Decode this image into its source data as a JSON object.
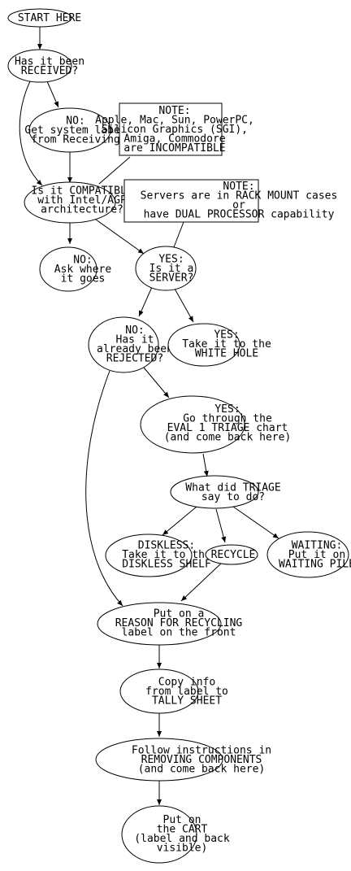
{
  "nodes": {
    "start": [
      "START HERE"
    ],
    "received": [
      "Has it been",
      "RECEIVED?"
    ],
    "no_received": [
      "NO:",
      "Get system label",
      "from Receiving"
    ],
    "note_incompatible": [
      "NOTE:",
      "Apple, Mac, Sun, PowerPC,",
      "Silicon Graphics (SGI),",
      "Amiga, Commodore",
      "are INCOMPATIBLE"
    ],
    "compatible": [
      "Is it COMPATIBLE",
      "with Intel/AGP",
      "architecture?"
    ],
    "note_servers": [
      "NOTE:",
      "Servers are in RACK MOUNT cases",
      "or",
      "have DUAL PROCESSOR capability"
    ],
    "no_compatible": [
      "NO:",
      "Ask where",
      "it goes"
    ],
    "server": [
      "YES:",
      "Is it a",
      "SERVER?"
    ],
    "rejected": [
      "NO:",
      "Has it",
      "already been",
      "REJECTED?"
    ],
    "white_hole": [
      "YES:",
      "Take it to the",
      "WHITE HOLE"
    ],
    "eval_triage": [
      "YES:",
      "Go through the",
      "EVAL 1 TRIAGE chart",
      "(and come back here)"
    ],
    "triage_say": [
      "What did TRIAGE",
      "say to do?"
    ],
    "diskless": [
      "DISKLESS:",
      "Take it to the",
      "DISKLESS SHELF"
    ],
    "recycle": [
      "RECYCLE"
    ],
    "waiting": [
      "WAITING:",
      "Put it on",
      "WAITING PILE"
    ],
    "reason": [
      "Put on a",
      "REASON FOR RECYCLING",
      "label on the front"
    ],
    "copy_info": [
      "Copy info",
      "from label to",
      "TALLY SHEET"
    ],
    "follow": [
      "Follow instructions in",
      "REMOVING COMPONENTS",
      "(and come back here)"
    ],
    "cart": [
      "Put on",
      "the CART",
      "(label and back",
      "visible)"
    ]
  }
}
